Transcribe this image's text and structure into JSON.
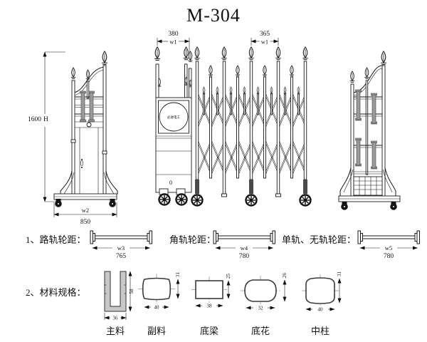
{
  "title": "M-304",
  "elevation": {
    "height_dim": {
      "value": "1600",
      "label": "H"
    },
    "left_width_dim": {
      "label": "w2",
      "value": "850"
    },
    "drive_pitch_dim": {
      "value": "380",
      "label": "w1"
    },
    "panel_pitch_dim": {
      "value": "365",
      "label": "w1"
    },
    "logo_text": "必进电工",
    "drive_zero_label": "0"
  },
  "wheelbase": {
    "items": [
      {
        "heading": "1、路轨轮距：",
        "dim_label": "w3",
        "dim_value": "765"
      },
      {
        "heading": "角轨轮距：",
        "dim_label": "w4",
        "dim_value": "780"
      },
      {
        "heading": "单轨、无轨轮距：",
        "dim_label": "w5",
        "dim_value": "780"
      }
    ]
  },
  "materials": {
    "heading": "2、材料规格：",
    "items": [
      {
        "name": "主料",
        "width": "36",
        "height": "58"
      },
      {
        "name": "副料",
        "width": "40",
        "height": "31"
      },
      {
        "name": "底梁",
        "width": "38",
        "height": "25"
      },
      {
        "name": "底花",
        "width": "32",
        "height": "26"
      },
      {
        "name": "中柱",
        "width": "40",
        "height": "31"
      }
    ]
  }
}
